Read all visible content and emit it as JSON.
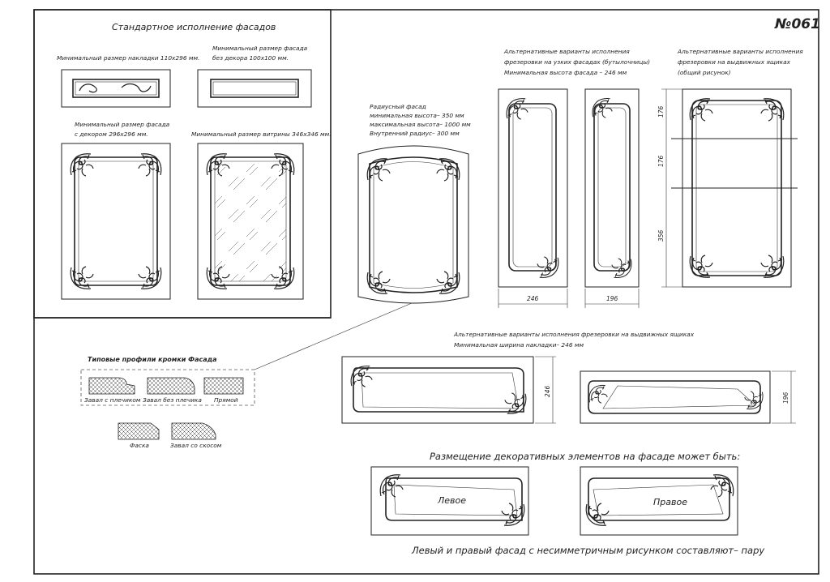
{
  "sheet_number": "№061",
  "standard": {
    "title": "Стандартное исполнение фасадов",
    "min_overlay_label": "Минимальный размер накладки 110х296 мм.",
    "min_plain_label_1": "Минимальный размер фасада",
    "min_plain_label_2": "без декора 100х100 мм.",
    "min_decor_label_1": "Минимальный размер фасада",
    "min_decor_label_2": "с декором 296х296 мм.",
    "min_vitrine_label": "Минимальный размер витрины 346х346 мм."
  },
  "radius": {
    "line1": "Радиусный фасад",
    "line2": "минимальная высота– 350 мм",
    "line3": "максимальная высота– 1000 мм",
    "line4": "Внутренний радиус– 300 мм"
  },
  "narrow": {
    "line1": "Альтернативные варианты исполнения",
    "line2": "фрезеровки на узких фасадах (бутылочницы)",
    "line3": "Минимальная высота фасада – 246 мм",
    "dim_a": "246",
    "dim_b": "196"
  },
  "drawers_general": {
    "line1": "Альтернативные варианты исполнения",
    "line2": "фрезеровки на выдвижных ящиках",
    "line3": "(общий рисунок)",
    "dim_top": "176",
    "dim_mid": "176",
    "dim_bottom": "356"
  },
  "drawers_alt": {
    "line1": "Альтернативные варианты исполнения фрезеровки на выдвижных ящиках",
    "line2": "Минимальная ширина накладки– 246 мм",
    "dim_a": "246",
    "dim_b": "196"
  },
  "placement": {
    "title": "Размещение декоративных элементов на фасаде может быть:",
    "left_label": "Левое",
    "right_label": "Правое",
    "footer": "Левый и правый фасад с несимметричным рисунком составляют– пару"
  },
  "profiles": {
    "title": "Типовые профили кромки Фасада",
    "p1": "Завал с плечиком",
    "p2": "Завал без плечика",
    "p3": "Прямой",
    "p4": "Фаска",
    "p5": "Завал со скосом"
  }
}
